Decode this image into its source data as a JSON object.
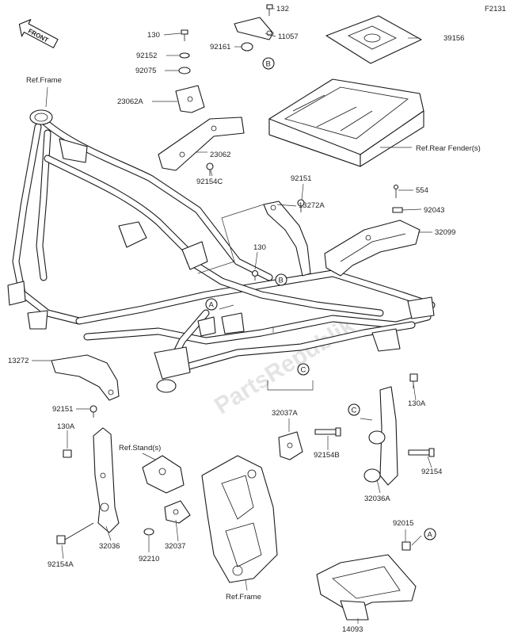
{
  "diagram": {
    "code": "F2131",
    "front_label": "FRONT",
    "watermark": "PartsRepublik",
    "refs": {
      "frame_top": "Ref.Frame",
      "rear_fender": "Ref.Rear Fender(s)",
      "stand": "Ref.Stand(s)",
      "frame_bottom": "Ref.Frame"
    },
    "markers": {
      "a1": "A",
      "b1": "B",
      "b2": "B",
      "c1": "C",
      "c2": "C",
      "a2": "A"
    },
    "parts": {
      "p132": "132",
      "p11057": "11057",
      "p130_top": "130",
      "p92161": "92161",
      "p39156": "39156",
      "p92152": "92152",
      "p92075": "92075",
      "p23062A": "23062A",
      "p23062": "23062",
      "p92154C": "92154C",
      "p92151_top": "92151",
      "p554": "554",
      "p92043": "92043",
      "p13272A": "13272A",
      "p32099": "32099",
      "p130_mid": "130",
      "p13272": "13272",
      "p92151_low": "92151",
      "p130A_left": "130A",
      "p130A_right": "130A",
      "p32037A": "32037A",
      "p92154B": "92154B",
      "p92154": "92154",
      "p32036A": "32036A",
      "p32036": "32036",
      "p32037": "32037",
      "p92154A": "92154A",
      "p92210": "92210",
      "p92015": "92015",
      "p14093": "14093"
    }
  }
}
